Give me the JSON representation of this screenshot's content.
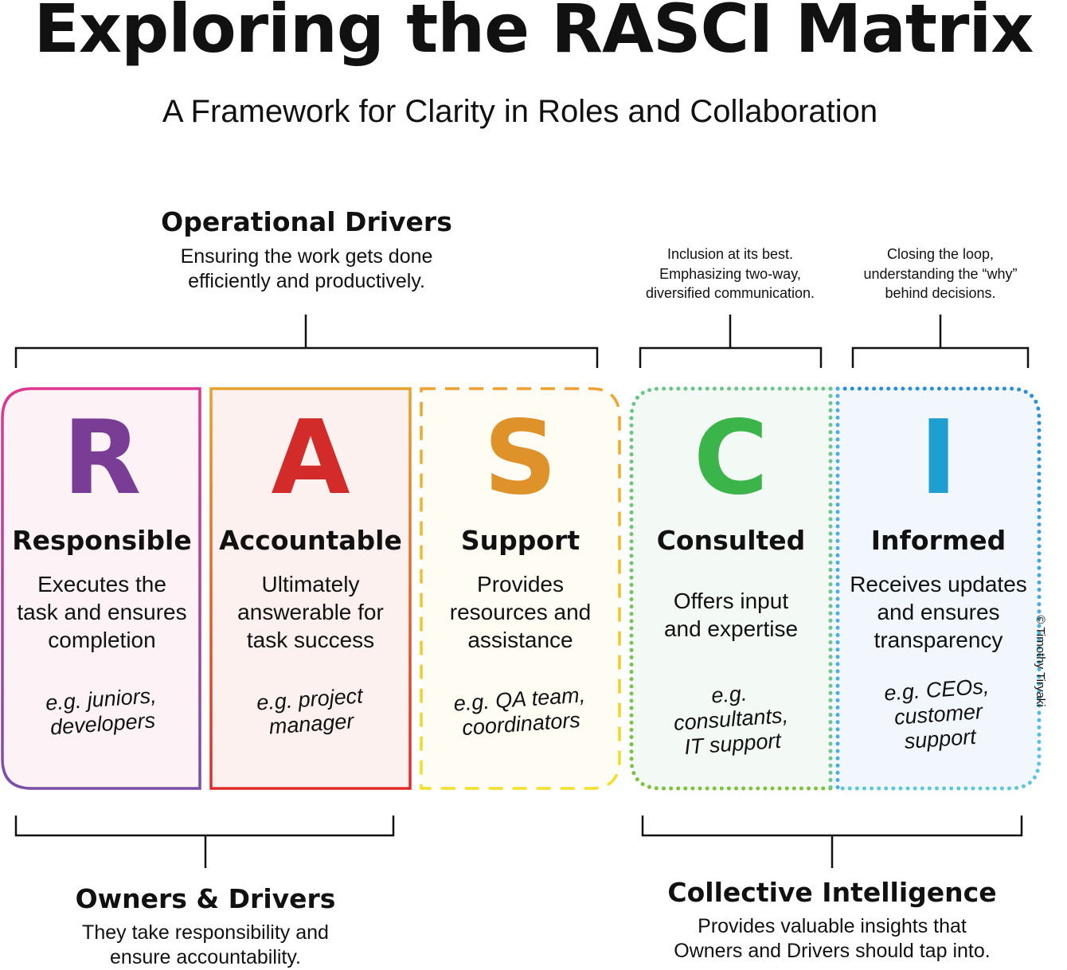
{
  "title": "Exploring the RASCI Matrix",
  "subtitle": "A Framework for Clarity in Roles and Collaboration",
  "groups": {
    "operational": {
      "heading": "Operational Drivers",
      "line1": "Ensuring the work gets done",
      "line2": "efficiently and productively."
    },
    "owners": {
      "heading": "Owners & Drivers",
      "line1": "They take responsibility and",
      "line2": "ensure accountability."
    },
    "collective": {
      "heading": "Collective Intelligence",
      "line1": "Provides valuable insights that",
      "line2": "Owners and Drivers should tap into."
    }
  },
  "notes": {
    "consulted": {
      "line1": "Inclusion at its best.",
      "line2": "Emphasizing two-way,",
      "line3": "diversified communication."
    },
    "informed": {
      "line1": "Closing the loop,",
      "line2": "understanding the “why”",
      "line3": "behind decisions."
    }
  },
  "roles": {
    "responsible": {
      "letter": "R",
      "name": "Responsible",
      "desc": [
        "Executes the",
        "task and ensures",
        "completion"
      ],
      "example": [
        "e.g. juniors,",
        "developers"
      ],
      "color": "#7a3d96"
    },
    "accountable": {
      "letter": "A",
      "name": "Accountable",
      "desc": [
        "Ultimately",
        "answerable for",
        "task success"
      ],
      "example": [
        "e.g. project",
        "manager"
      ],
      "color": "#d32a2a"
    },
    "support": {
      "letter": "S",
      "name": "Support",
      "desc": [
        "Provides",
        "resources and",
        "assistance"
      ],
      "example": [
        "e.g. QA team,",
        "coordinators"
      ],
      "color": "#e0922a"
    },
    "consulted": {
      "letter": "C",
      "name": "Consulted",
      "desc": [
        "Offers input",
        "and expertise"
      ],
      "example": [
        "e.g.",
        "consultants,",
        "IT support"
      ],
      "color": "#3bb54a"
    },
    "informed": {
      "letter": "I",
      "name": "Informed",
      "desc": [
        "Receives updates",
        "and ensures",
        "transparency"
      ],
      "example": [
        "e.g. CEOs,",
        "customer",
        "support"
      ],
      "color": "#1f9fd0"
    }
  },
  "copyright": "© Timothy Tiryaki"
}
